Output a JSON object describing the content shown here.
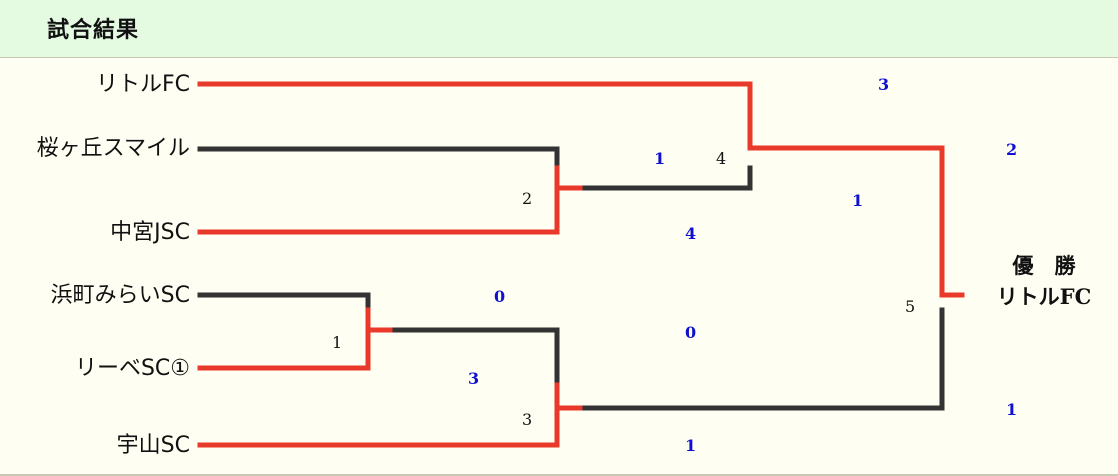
{
  "header": {
    "title": "試合結果"
  },
  "teams": [
    "リトルFC",
    "桜ヶ丘スマイル",
    "中宮JSC",
    "浜町みらいSC",
    "リーベSC①",
    "宇山SC"
  ],
  "matches": [
    {
      "number": "1",
      "home": "浜町みらいSC",
      "away": "リーベSC①",
      "home_score": "0",
      "away_score": "3",
      "winner": "リーベSC①"
    },
    {
      "number": "2",
      "home": "桜ヶ丘スマイル",
      "away": "中宮JSC",
      "home_score": "1",
      "away_score": "4",
      "winner": "中宮JSC"
    },
    {
      "number": "3",
      "home": "リーベSC①",
      "away": "宇山SC",
      "home_score": "0",
      "away_score": "1",
      "winner": "宇山SC"
    },
    {
      "number": "4",
      "home": "リトルFC",
      "away": "中宮JSC",
      "home_score": "3",
      "away_score": "1",
      "winner": "リトルFC"
    },
    {
      "number": "5",
      "home": "リトルFC",
      "away": "宇山SC",
      "home_score": "2",
      "away_score": "1",
      "winner": "リトルFC"
    }
  ],
  "champion": {
    "label": "優　勝",
    "team": "リトルFC"
  },
  "colors": {
    "winner_line": "#e8392a",
    "loser_line": "#333333",
    "score": "#1010d0",
    "header_bg": "#e4fbe2",
    "page_bg": "#fefef2"
  }
}
